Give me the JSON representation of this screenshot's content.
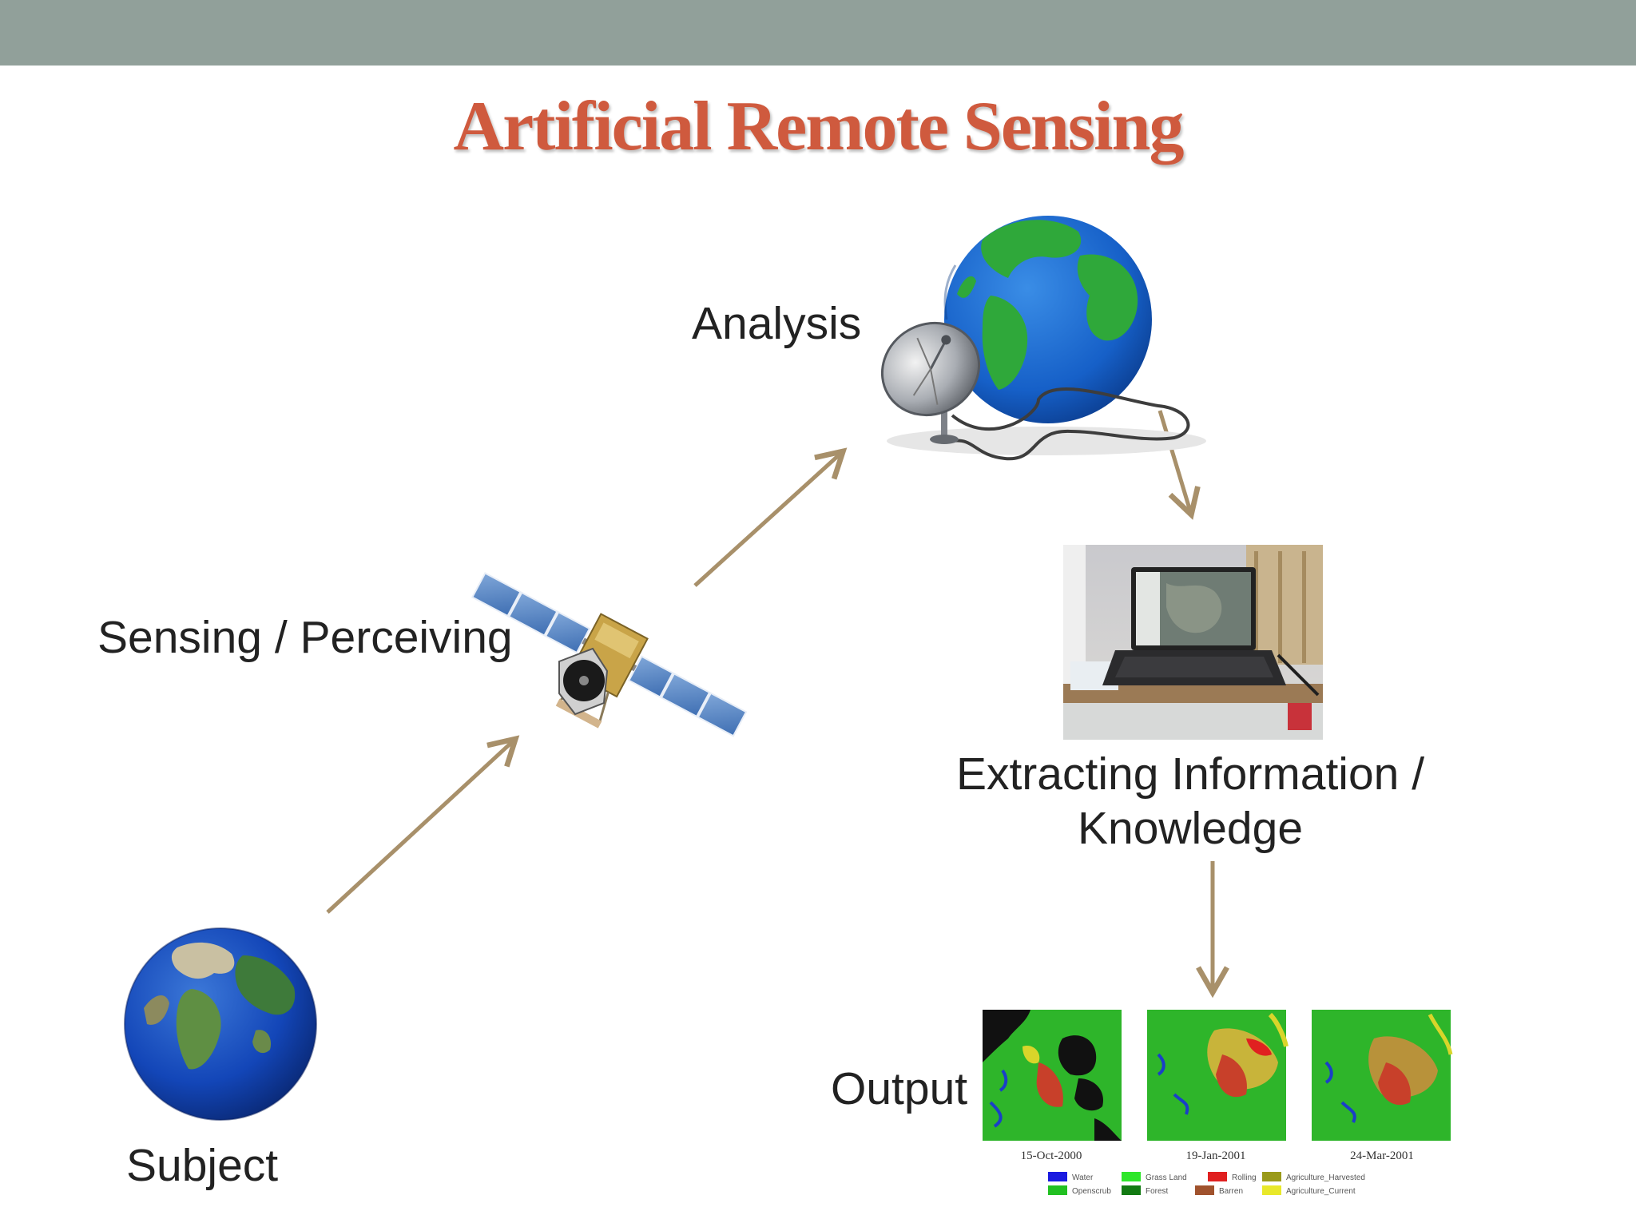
{
  "title": "Artificial Remote Sensing",
  "labels": {
    "analysis": "Analysis",
    "sensing": "Sensing / Perceiving",
    "extract_line1": "Extracting Information /",
    "extract_line2": "Knowledge",
    "output": "Output",
    "subject": "Subject"
  },
  "output_maps": {
    "dates": [
      "15-Oct-2000",
      "19-Jan-2001",
      "24-Mar-2001"
    ],
    "legend": [
      "Water",
      "Grass Land",
      "Rolling",
      "Agriculture_Harvested",
      "Openscrub",
      "Forest",
      "Barren",
      "Agriculture_Current"
    ]
  },
  "colors": {
    "top_bar": "#91a09a",
    "title": "#cf5a3e",
    "arrow": "#a8906a"
  }
}
